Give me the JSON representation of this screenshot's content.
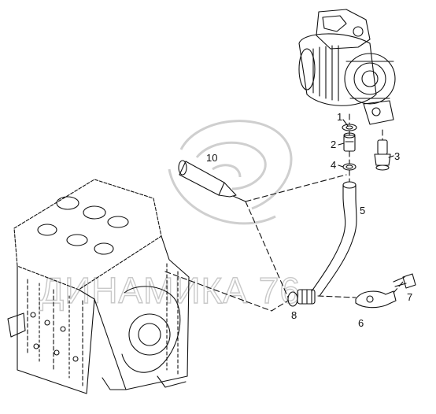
{
  "diagram": {
    "callouts": [
      {
        "id": "1",
        "label": "1"
      },
      {
        "id": "2",
        "label": "2"
      },
      {
        "id": "3",
        "label": "3"
      },
      {
        "id": "4",
        "label": "4"
      },
      {
        "id": "5",
        "label": "5"
      },
      {
        "id": "6",
        "label": "6"
      },
      {
        "id": "7",
        "label": "7"
      },
      {
        "id": "8",
        "label": "8"
      },
      {
        "id": "10",
        "label": "10"
      }
    ],
    "watermark": "ДИНАМИКА 76"
  },
  "colors": {
    "line": "#111111",
    "watermark": "#c9c9c9",
    "background": "#ffffff"
  }
}
